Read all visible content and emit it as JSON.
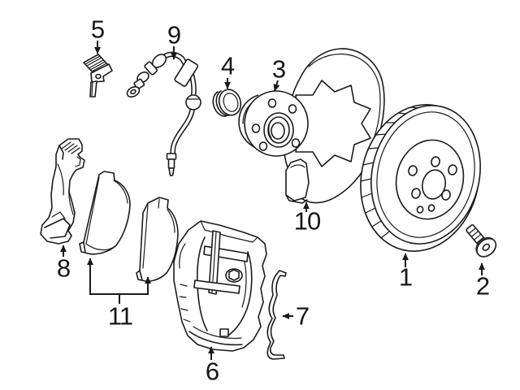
{
  "diagram": {
    "kind": "exploded-parts-line-drawing",
    "subject": "front-disc-brake-assembly",
    "background_color": "#ffffff",
    "line_color": "#1a1a1a",
    "callout_count": 11
  },
  "callouts": [
    {
      "label": "1",
      "part": "brake-rotor"
    },
    {
      "label": "2",
      "part": "rotor-retaining-screw"
    },
    {
      "label": "3",
      "part": "wheel-hub-assembly"
    },
    {
      "label": "4",
      "part": "hub-seal-cap"
    },
    {
      "label": "5",
      "part": "wear-sensor-bracket"
    },
    {
      "label": "6",
      "part": "brake-caliper"
    },
    {
      "label": "7",
      "part": "retaining-spring-clip"
    },
    {
      "label": "8",
      "part": "caliper-mounting-bracket"
    },
    {
      "label": "9",
      "part": "brake-hydraulic-hose"
    },
    {
      "label": "10",
      "part": "splash-shield"
    },
    {
      "label": "11",
      "part": "brake-pad-set"
    }
  ]
}
